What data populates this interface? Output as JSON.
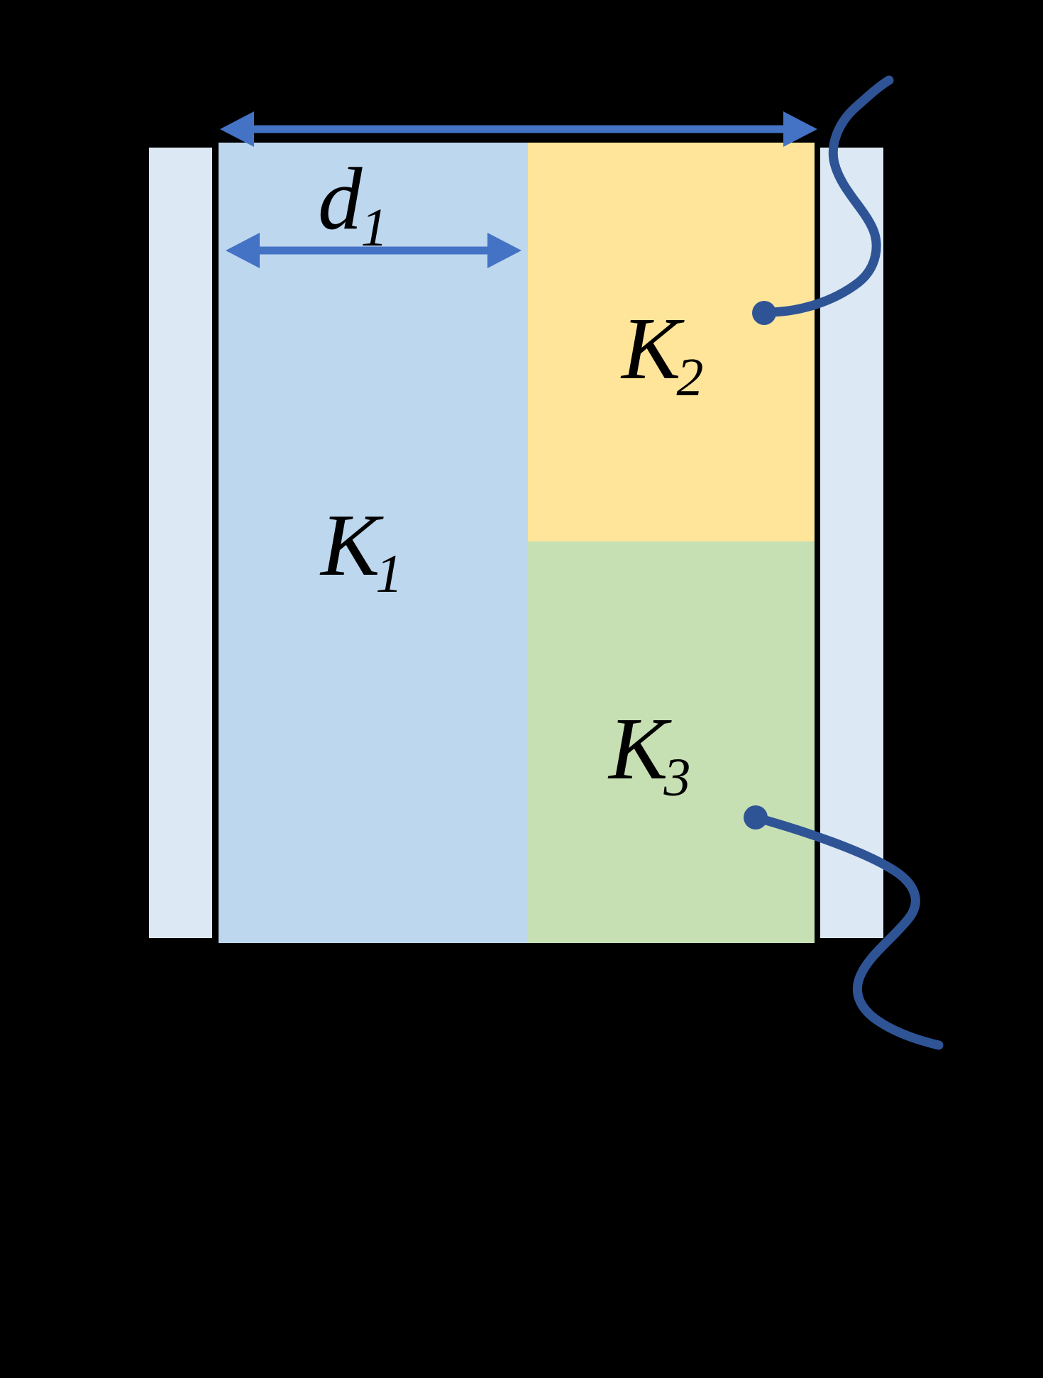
{
  "diagram": {
    "description": "Parallel plate capacitor filled with three dielectric slabs",
    "labels": {
      "d1": {
        "base": "d",
        "sub": "1"
      },
      "k1": {
        "base": "K",
        "sub": "1"
      },
      "k2": {
        "base": "K",
        "sub": "2"
      },
      "k3": {
        "base": "K",
        "sub": "3"
      }
    },
    "colors": {
      "background": "#000000",
      "plate": "#DCE9F5",
      "dielectric_k1": "#BDD7EE",
      "dielectric_k2": "#FFE59A",
      "dielectric_k3": "#C6E0B4",
      "dimension_arrow": "#4472C4",
      "wire": "#2F5496",
      "label_text": "#000000"
    }
  }
}
